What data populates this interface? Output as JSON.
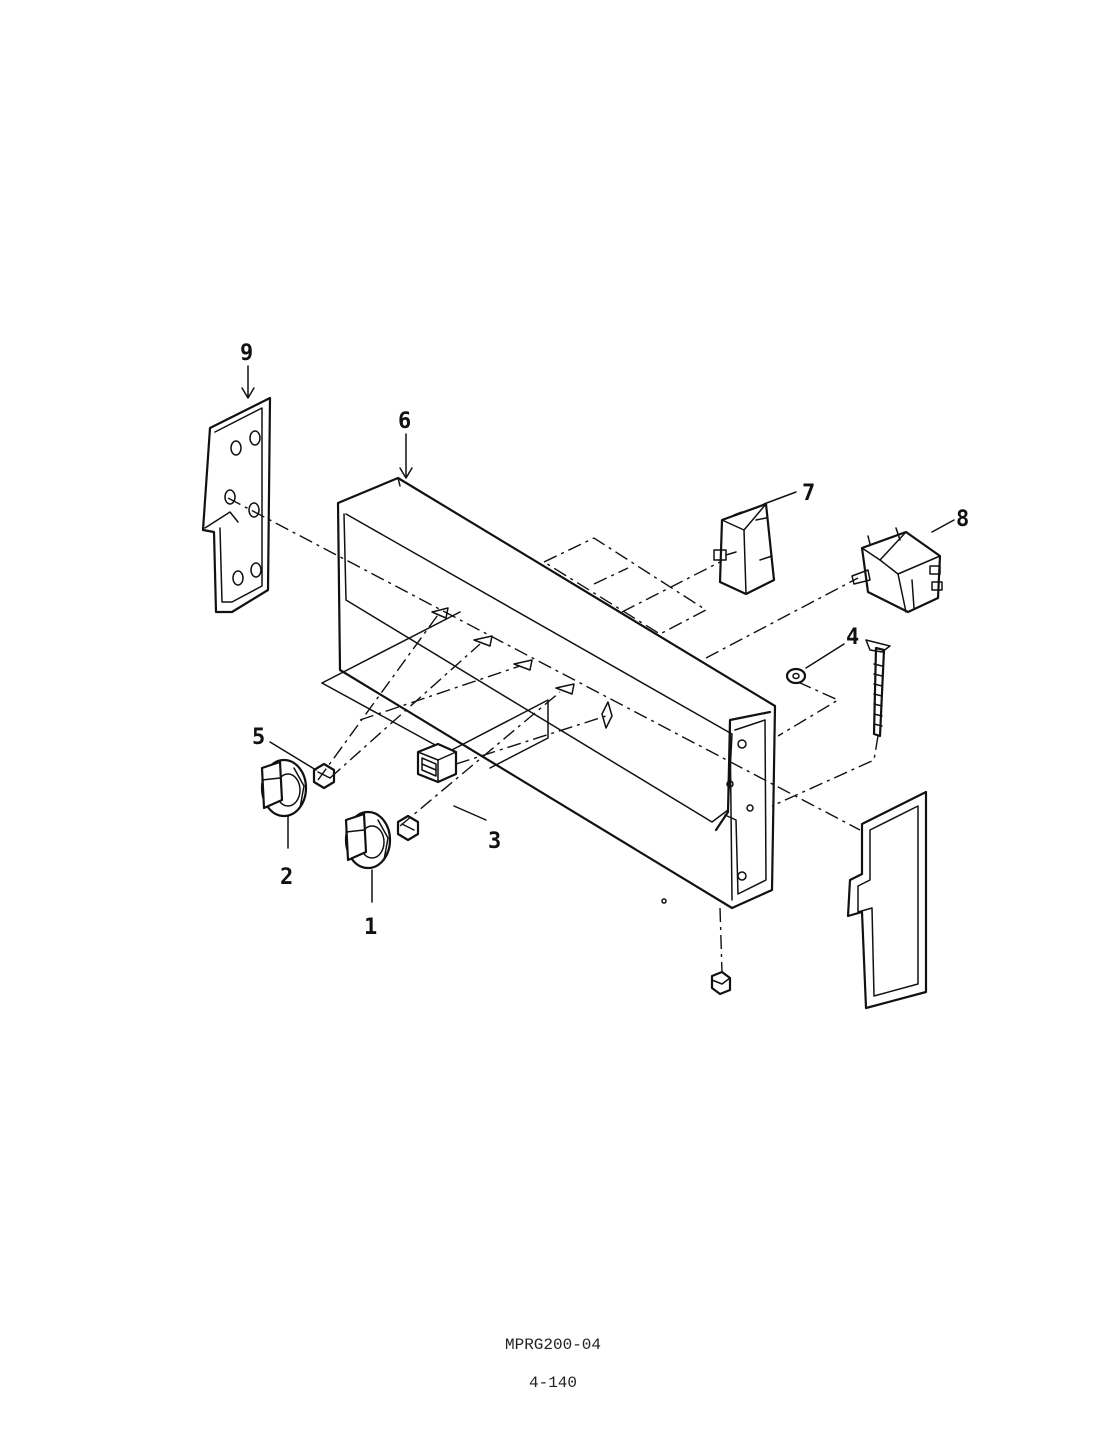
{
  "diagram": {
    "callouts": {
      "c1": "1",
      "c2": "2",
      "c3": "3",
      "c4": "4",
      "c5": "5",
      "c6": "6",
      "c7": "7",
      "c8": "8",
      "c9": "9"
    },
    "footer": {
      "model_code": "MPRG200-04",
      "page_number": "4-140"
    }
  }
}
